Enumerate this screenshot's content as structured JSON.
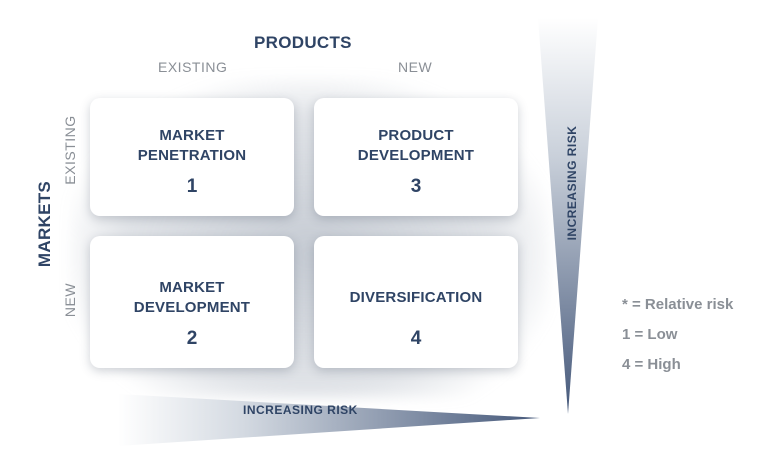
{
  "products": {
    "title": "PRODUCTS",
    "existing": "EXISTING",
    "new": "NEW"
  },
  "markets": {
    "title": "MARKETS",
    "existing": "EXISTING",
    "new": "NEW"
  },
  "cells": [
    {
      "label": "MARKET\nPENETRATION",
      "number": "1"
    },
    {
      "label": "PRODUCT\nDEVELOPMENT",
      "number": "3"
    },
    {
      "label": "MARKET\nDEVELOPMENT",
      "number": "2"
    },
    {
      "label": "DIVERSIFICATION",
      "number": "4"
    }
  ],
  "risk": {
    "vertical_label": "INCREASING RISK",
    "horizontal_label": "INCREASING RISK"
  },
  "legend": {
    "line1": "* = Relative risk",
    "line2": "1 = Low",
    "line3": "4 = High"
  },
  "colors": {
    "navy": "#2f4465",
    "gray": "#8a8f96"
  }
}
